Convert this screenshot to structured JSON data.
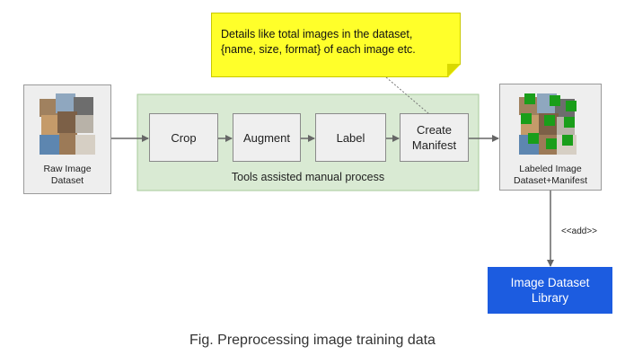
{
  "note": {
    "line1": "Details like total images in the dataset,",
    "line2": "{name, size, format} of each image etc."
  },
  "raw_dataset": {
    "line1": "Raw Image",
    "line2": "Dataset"
  },
  "process": {
    "label": "Tools assisted manual process",
    "steps": [
      "Crop",
      "Augment",
      "Label"
    ],
    "manifest": {
      "line1": "Create",
      "line2": "Manifest"
    }
  },
  "labeled_dataset": {
    "line1": "Labeled Image",
    "line2": "Dataset+Manifest"
  },
  "add_label": "<<add>>",
  "library": {
    "line1": "Image Dataset",
    "line2": "Library"
  },
  "caption": "Fig. Preprocessing image training data",
  "colors": {
    "note": "#ffff2a",
    "process_area": "#d9ead3",
    "library": "#1c5ce0",
    "label_marker": "#1a9e1a"
  }
}
